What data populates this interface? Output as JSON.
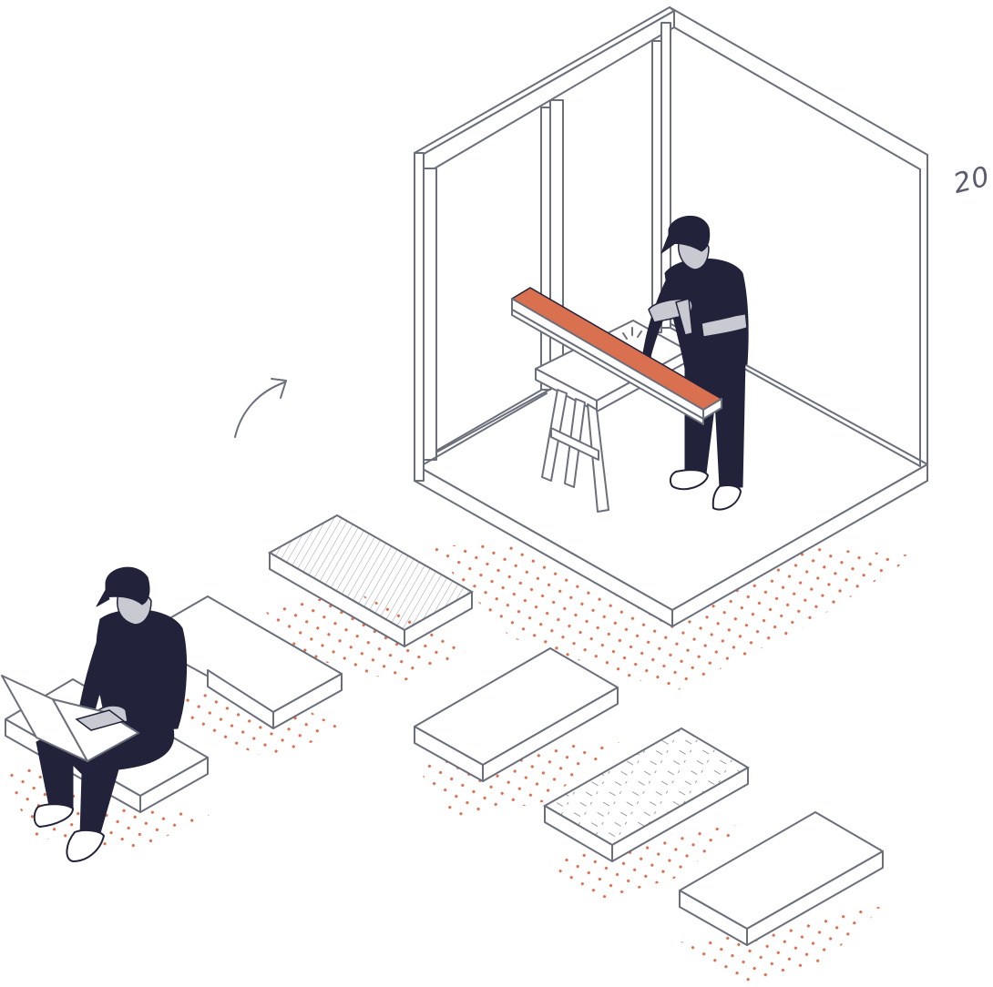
{
  "scene": {
    "handwritten_label": "20",
    "colors": {
      "ink": "#22233a",
      "outline": "#6b6e7b",
      "accent": "#d9704f",
      "skin": "#c8c9d1",
      "paper": "#ffffff"
    },
    "elements": {
      "room": "isometric-room-frame",
      "worker": "carpenter-figure",
      "plank": "orange-plank",
      "sawhorse": "sawhorse",
      "arrow": "curved-arrow",
      "sitter": "person-with-laptop",
      "blocks": [
        "block-plain",
        "block-striped",
        "block-plain",
        "block-diamond",
        "block-plain",
        "block-plain"
      ]
    }
  }
}
